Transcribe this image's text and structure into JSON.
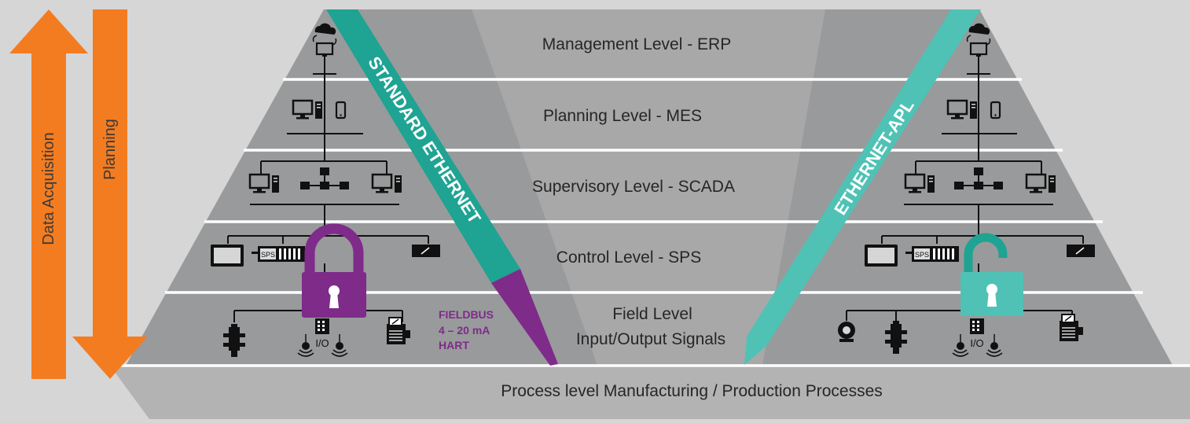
{
  "arrows": {
    "data_acquisition": "Data Acquisition",
    "planning": "Planning"
  },
  "levels": {
    "management": "Management Level - ERP",
    "planning": "Planning Level  - MES",
    "supervisory": "Supervisory Level - SCADA",
    "control": "Control Level - SPS",
    "field_line1": "Field Level",
    "field_line2": "Input/Output Signals",
    "process": "Process level Manufacturing / Production Processes"
  },
  "bands": {
    "standard_ethernet": "STANDARD ETHERNET",
    "ethernet_apl": "ETHERNET-APL"
  },
  "fieldbus": {
    "line1": "FIELDBUS",
    "line2": "4 – 20 mA",
    "line3": "HART"
  },
  "device_labels": {
    "sps": "SPS",
    "io": "I/O"
  },
  "colors": {
    "orange": "#f47c20",
    "teal_dark": "#1fa393",
    "teal_light": "#4fc2b5",
    "purple": "#7e2b8a",
    "pyramid_gray": "#a8a8a9",
    "base_gray": "#b3b3b3",
    "background": "#d6d6d6"
  },
  "icons": {
    "closed_lock": "lock-closed-icon",
    "open_lock": "lock-open-icon",
    "cloud": "cloud-icon",
    "workstation": "workstation-icon",
    "switch": "network-switch-icon",
    "plc": "plc-icon",
    "hmi": "hmi-display-icon",
    "flowmeter": "flowmeter-icon",
    "camera": "camera-sensor-icon"
  }
}
